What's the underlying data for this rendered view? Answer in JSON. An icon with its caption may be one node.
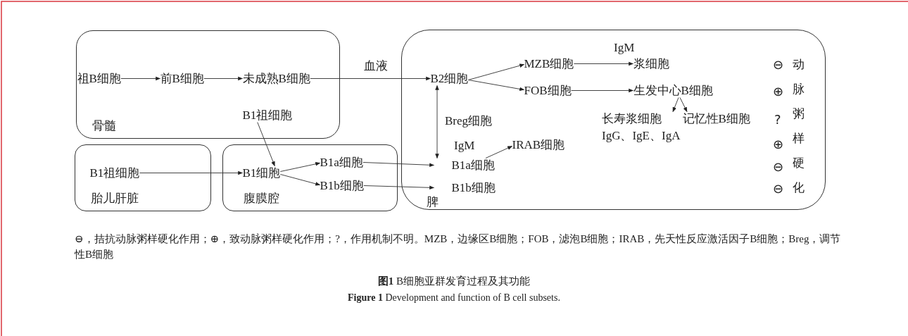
{
  "diagram": {
    "caption": "**图1** B细胞亚群发育过程及其功能",
    "nodes": [
      {
        "text": [
          "骨髓"
        ]
      },
      {
        "text": [
          "祖B细胞"
        ],
        "in": 0
      },
      {
        "text": [
          "前B细胞"
        ],
        "in": 0
      },
      {
        "text": [
          "未成熟B细胞"
        ],
        "in": 0
      },
      {
        "text": [
          "B1祖细胞"
        ],
        "in": 0
      },
      {
        "text": [
          "胎儿肝脏"
        ]
      },
      {
        "text": [
          "B1祖细胞"
        ],
        "in": 5
      },
      {
        "text": [
          "腹膜腔"
        ]
      },
      {
        "text": [
          "B1细胞"
        ],
        "in": 7
      },
      {
        "text": [
          "B1a细胞"
        ],
        "in": 7
      },
      {
        "text": [
          "B1b细胞"
        ],
        "in": 7
      },
      {
        "text": [
          "脾"
        ]
      },
      {
        "text": [
          "B2细胞"
        ],
        "in": 11
      },
      {
        "text": [
          "MZB细胞"
        ],
        "in": 11
      },
      {
        "text": [
          "FOB细胞"
        ],
        "in": 11
      },
      {
        "text": [
          "浆细胞"
        ],
        "in": 11
      },
      {
        "text": [
          "生发中心B细胞"
        ],
        "in": 11
      },
      {
        "text": [
          "长寿浆细胞"
        ],
        "in": 11
      },
      {
        "text": [
          "记忆性B细胞"
        ],
        "in": 11
      },
      {
        "text": [
          "B1a细胞"
        ],
        "in": 11
      },
      {
        "text": [
          "B1b细胞"
        ],
        "in": 11
      },
      {
        "text": [
          "IRAB细胞"
        ],
        "in": 11
      }
    ],
    "edges": [
      {
        "from": 1,
        "to": 2,
        "arrow": "to"
      },
      {
        "from": 2,
        "to": 3,
        "arrow": "to"
      },
      {
        "from": 3,
        "to": 12,
        "arrow": "to",
        "label": "血液"
      },
      {
        "from": 4,
        "to": 8,
        "arrow": "to"
      },
      {
        "from": 6,
        "to": 8,
        "arrow": "to"
      },
      {
        "from": 8,
        "to": 9,
        "arrow": "to"
      },
      {
        "from": 8,
        "to": 10,
        "arrow": "to"
      },
      {
        "from": 9,
        "to": 19,
        "arrow": "to"
      },
      {
        "from": 10,
        "to": 20,
        "arrow": "to"
      },
      {
        "from": 12,
        "to": 13,
        "arrow": "to"
      },
      {
        "from": 12,
        "to": 14,
        "arrow": "to"
      },
      {
        "from": 13,
        "to": 15,
        "arrow": "to",
        "label": "IgM"
      },
      {
        "from": 14,
        "to": 16,
        "arrow": "to"
      },
      {
        "from": 12,
        "to": 19,
        "arrow": "both"
      },
      {
        "from": 16,
        "to": 17,
        "arrow": "to"
      },
      {
        "from": 16,
        "to": 18,
        "arrow": "to"
      },
      {
        "from": 19,
        "to": 21,
        "arrow": "to"
      }
    ],
    "labels": [
      "IgM",
      "Breg细胞",
      "IgG、IgE、IgA",
      "⊖",
      "⊕",
      "?",
      "⊕",
      "⊖",
      "⊖",
      "动脉粥样硬化",
      "⊖，拮抗动脉粥样硬化作用；⊕，致动脉粥样硬化作用；?，作用机制不明。MZB，边缘区B细胞；FOB，滤泡B细胞；IRAB，先天性反应激活因子B细胞；Breg，调节性B细胞",
      "**Figure 1** Development and function of B cell subsets."
    ]
  }
}
